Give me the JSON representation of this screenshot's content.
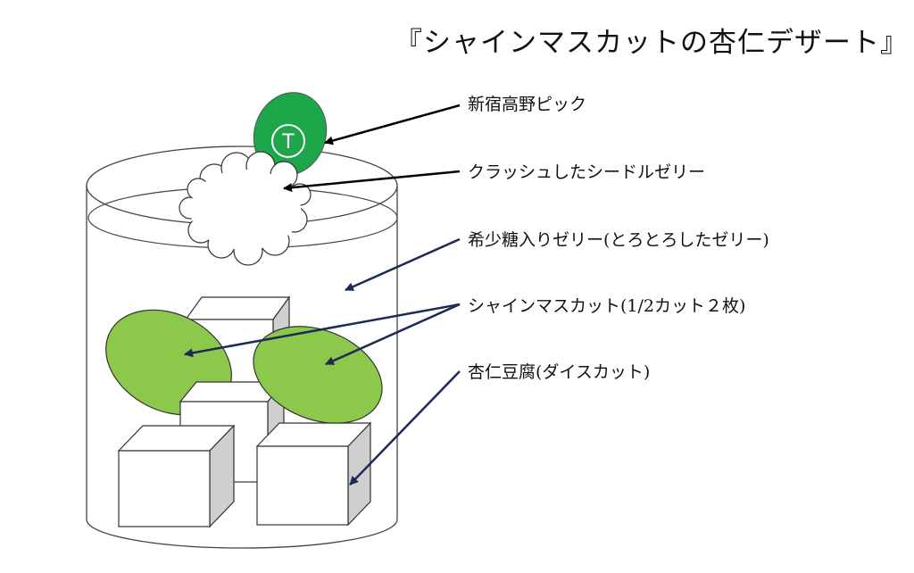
{
  "title": "『シャインマスカットの杏仁デザート』",
  "labels": {
    "pick": "新宿高野ピック",
    "crushed_jelly": "クラッシュしたシードルゼリー",
    "low_sugar_jelly": "希少糖入りゼリー(とろとろしたゼリー)",
    "shine_muscat": "シャインマスカット(1/2カット２枚)",
    "almond_tofu": "杏仁豆腐(ダイスカット)"
  },
  "pick_letter": "T",
  "colors": {
    "pick_green": "#1ea64a",
    "grape_green": "#8cc84b",
    "arrow_black": "#000000",
    "arrow_navy": "#1c2a55",
    "cube_face": "#ffffff",
    "cube_side": "#cfcfcf",
    "outline": "#333333"
  }
}
